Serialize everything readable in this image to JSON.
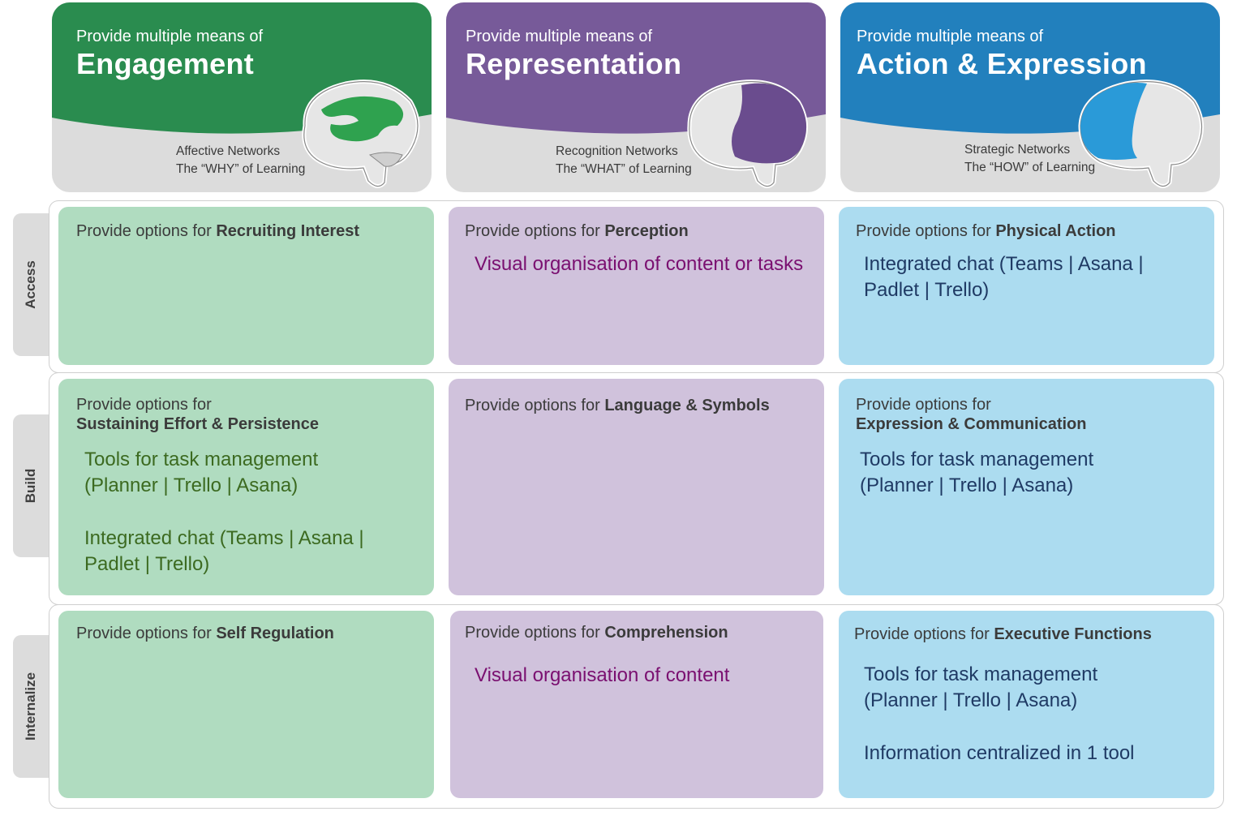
{
  "headers": [
    {
      "pre": "Provide multiple means of",
      "title": "Engagement",
      "network": "Affective Networks",
      "subtitle": "The “WHY” of Learning",
      "color": "#2a8c4f"
    },
    {
      "pre": "Provide multiple means of",
      "title": "Representation",
      "network": "Recognition Networks",
      "subtitle": "The “WHAT” of Learning",
      "color": "#775a99"
    },
    {
      "pre": "Provide multiple means of",
      "title": "Action & Expression",
      "network": "Strategic Networks",
      "subtitle": "The “HOW” of Learning",
      "color": "#2280bd"
    }
  ],
  "rows": [
    {
      "label": "Access",
      "cells": [
        {
          "prefix": "Provide options for ",
          "bold": "Recruiting Interest",
          "items": []
        },
        {
          "prefix": "Provide options for ",
          "bold": "Perception",
          "items": [
            "Visual organisation of content or tasks"
          ]
        },
        {
          "prefix": "Provide options for ",
          "bold": "Physical Action",
          "items": [
            "Integrated chat (Teams | Asana | Padlet | Trello)"
          ]
        }
      ]
    },
    {
      "label": "Build",
      "cells": [
        {
          "prefix": "Provide options for",
          "bold": "Sustaining Effort & Persistence",
          "items": [
            "Tools for task management (Planner | Trello | Asana)",
            "Integrated chat (Teams | Asana | Padlet | Trello)"
          ]
        },
        {
          "prefix": "Provide options for ",
          "bold": "Language & Symbols",
          "items": []
        },
        {
          "prefix": "Provide options for",
          "bold": "Expression & Communication",
          "items": [
            "Tools for task management (Planner | Trello | Asana)"
          ]
        }
      ]
    },
    {
      "label": "Internalize",
      "cells": [
        {
          "prefix": "Provide options for ",
          "bold": "Self Regulation",
          "items": []
        },
        {
          "prefix": "Provide options for ",
          "bold": "Comprehension",
          "items": [
            "Visual organisation of content"
          ]
        },
        {
          "prefix": "Provide options for ",
          "bold": "Executive Functions",
          "items": [
            "Tools for task management (Planner | Trello | Asana)",
            "Information centralized in 1 tool"
          ]
        }
      ]
    }
  ],
  "colors": {
    "header_gray": "#dcdcdc",
    "cell_green": "#b0dcc0",
    "cell_purple": "#d0c2dc",
    "cell_blue": "#acdcf0"
  }
}
